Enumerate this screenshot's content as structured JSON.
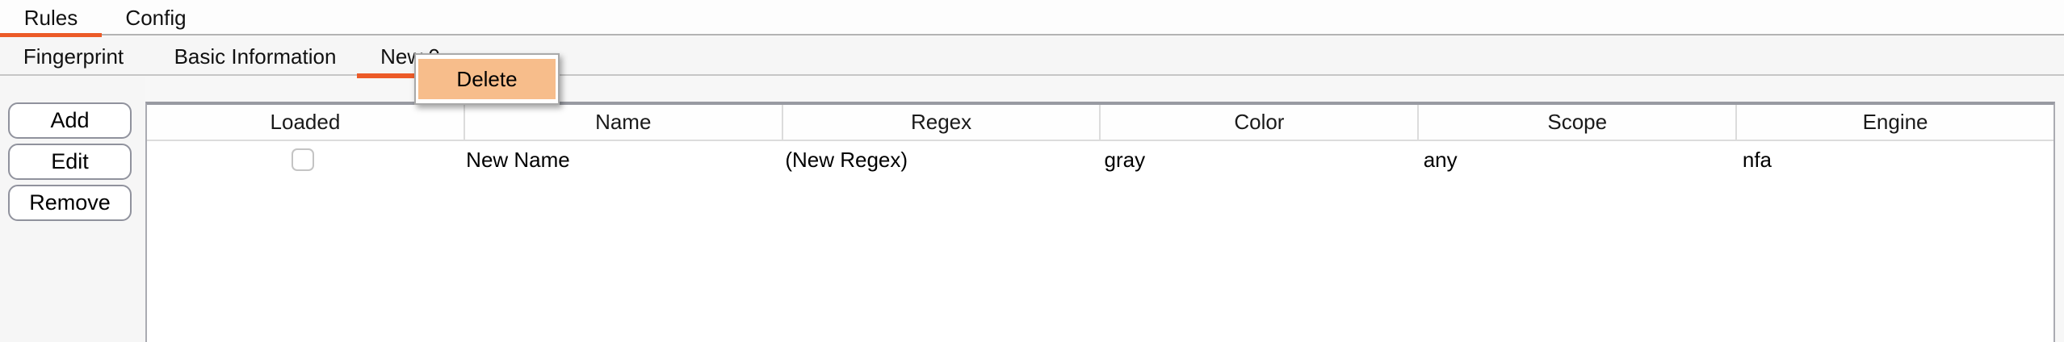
{
  "tab_bar_primary": {
    "tabs": [
      {
        "label": "Rules",
        "active": true
      },
      {
        "label": "Config",
        "active": false
      }
    ]
  },
  "tab_bar_secondary": {
    "tabs": [
      {
        "label": "Fingerprint",
        "active": false
      },
      {
        "label": "Basic Information",
        "active": false
      },
      {
        "label": "New 0",
        "active": true
      }
    ]
  },
  "context_menu": {
    "items": [
      {
        "label": "Delete",
        "highlighted": true
      }
    ]
  },
  "action_panel": {
    "add_label": "Add",
    "edit_label": "Edit",
    "remove_label": "Remove"
  },
  "table": {
    "columns": [
      "Loaded",
      "Name",
      "Regex",
      "Color",
      "Scope",
      "Engine"
    ],
    "rows": [
      {
        "loaded": false,
        "name": "New Name",
        "regex": "(New Regex)",
        "color": "gray",
        "scope": "any",
        "engine": "nfa"
      }
    ]
  },
  "colors": {
    "accent_orange": "#ec5b28",
    "menu_highlight": "#f7bd8b"
  }
}
